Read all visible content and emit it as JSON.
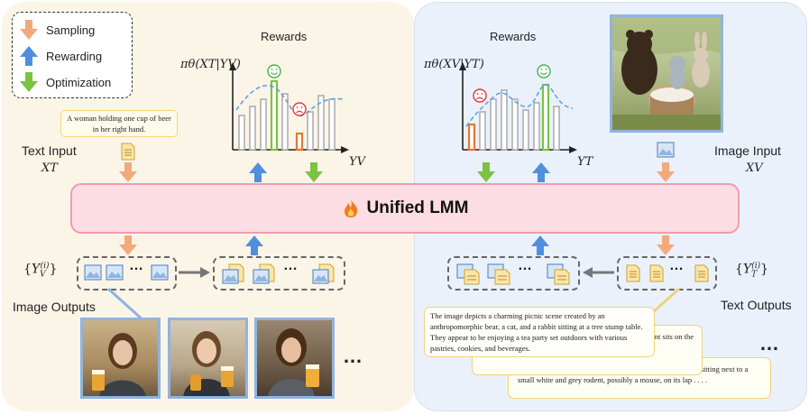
{
  "legend": {
    "items": [
      {
        "label": "Sampling",
        "color": "#f2a97c"
      },
      {
        "label": "Rewarding",
        "color": "#4f8fdc"
      },
      {
        "label": "Optimization",
        "color": "#7cc243"
      }
    ]
  },
  "left": {
    "rewards_title": "Rewards",
    "policy": "πθ(XT|YV)",
    "axis_label": "YV",
    "text_input_label": "Text Input",
    "text_input_var": "XT",
    "caption": "A woman holding one cup of beer in her right hand.",
    "outputs_set": "{YV(i)}",
    "outputs_label": "Image Outputs",
    "dots": "…",
    "photos_dots": "…"
  },
  "right": {
    "rewards_title": "Rewards",
    "policy": "πθ(XV|YT)",
    "axis_label": "YT",
    "image_input_label": "Image Input",
    "image_input_var": "XV",
    "outputs_set": "{YT(i)}",
    "outputs_label": "Text Outputs",
    "dots": "…",
    "cards_dots": "…",
    "card1": "The image depicts a charming picnic scene created by an anthropomorphic bear, a cat, and a rabbit sitting at a tree stump table. They appear to be enjoying a tea party set outdoors with various pastries, cookies, and beverages.",
    "card2": "…ainted in … animals, a … with a cat. An adorable rodent sits on the bear's lap . . . .",
    "card3": "…r on a grass area … The animal to the left is a black bear sitting next to a small white and grey rodent, possibly a mouse, on its lap . . . ."
  },
  "center": {
    "lmm_label": "Unified LMM",
    "fire_icon": "fire-icon"
  }
}
